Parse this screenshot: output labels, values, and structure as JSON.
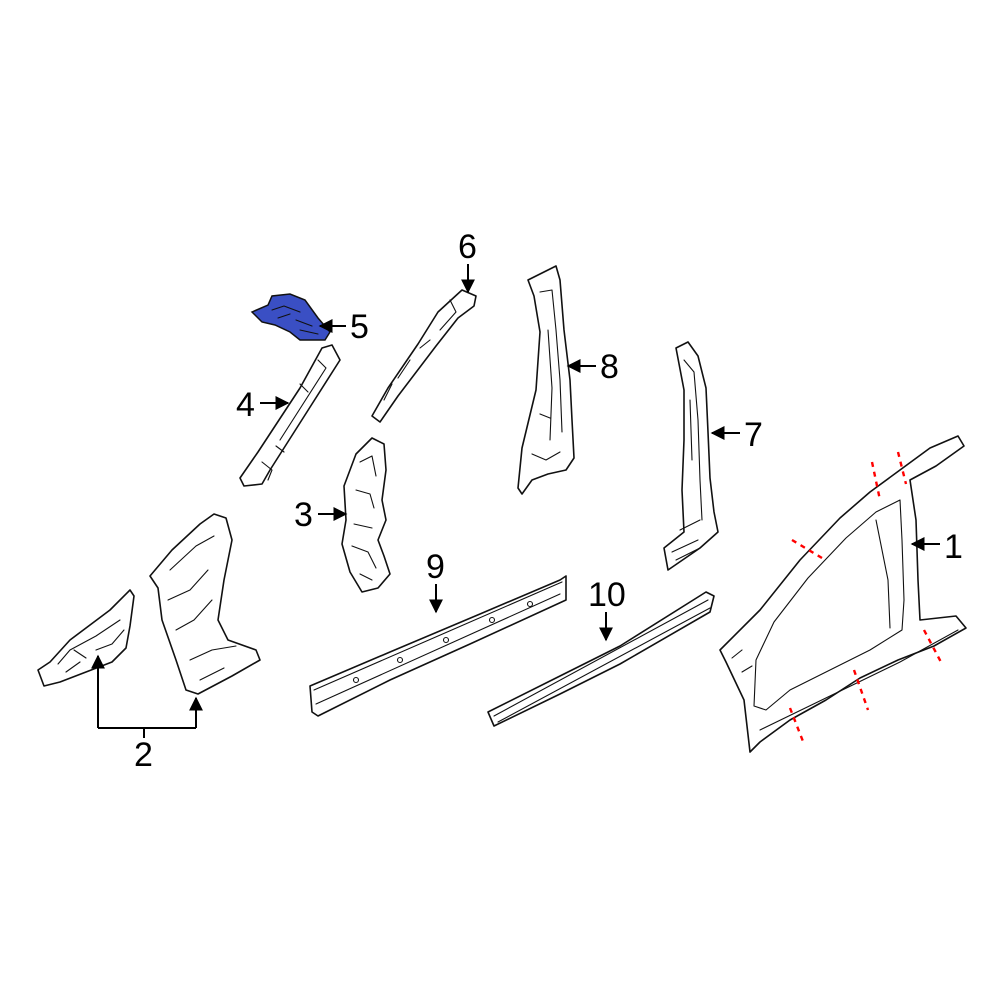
{
  "highlight_color": "#3a4fc4",
  "cut_line_color": "#ff0000",
  "callouts": [
    {
      "id": "1",
      "label": "1"
    },
    {
      "id": "2",
      "label": "2"
    },
    {
      "id": "3",
      "label": "3"
    },
    {
      "id": "4",
      "label": "4"
    },
    {
      "id": "5",
      "label": "5"
    },
    {
      "id": "6",
      "label": "6"
    },
    {
      "id": "7",
      "label": "7"
    },
    {
      "id": "8",
      "label": "8"
    },
    {
      "id": "9",
      "label": "9"
    },
    {
      "id": "10",
      "label": "10"
    }
  ]
}
